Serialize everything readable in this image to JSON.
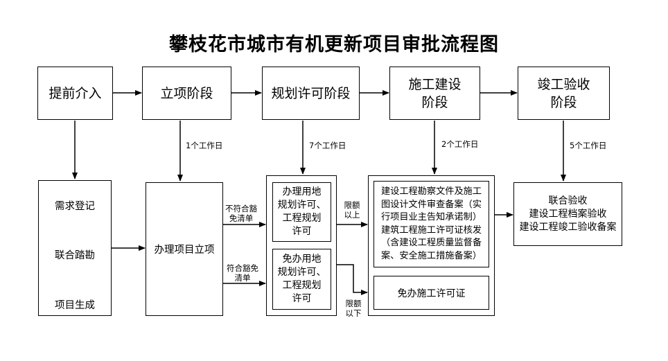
{
  "title": "攀枝花市城市有机更新项目审批流程图",
  "stages": {
    "s1": "提前介入",
    "s2": "立项阶段",
    "s3": "规划许可阶段",
    "s4_line1": "施工建设",
    "s4_line2": "阶段",
    "s5_line1": "竣工验收",
    "s5_line2": "阶段"
  },
  "durations": {
    "d2": "1个工作日",
    "d3": "7个工作日",
    "d4": "2个工作日",
    "d5": "5个工作日"
  },
  "pre_steps": [
    "需求登记",
    "联合踏勘",
    "项目生成"
  ],
  "project_approval": "办理项目立项",
  "branch_labels": {
    "not_exempt_line1": "不符合豁",
    "not_exempt_line2": "免清单",
    "exempt_line1": "符合豁免",
    "exempt_line2": "清单",
    "above_line1": "限额",
    "above_line2": "以上",
    "below_line1": "限额",
    "below_line2": "以下"
  },
  "planning": {
    "handle_lines": [
      "办理用地",
      "规划许可、",
      "工程规划",
      "许可"
    ],
    "exempt_lines": [
      "免办用地",
      "规划许可、",
      "工程规划",
      "许可"
    ]
  },
  "construction": {
    "main_lines": [
      "建设工程勘察文件及施工",
      "图设计文件审查备案（实",
      "行项目业主告知承诺制）",
      "建筑工程施工许可证核发",
      "（含建设工程质量监督备",
      "案、安全施工措施备案）"
    ],
    "exempt": "免办施工许可证"
  },
  "acceptance": {
    "lines": [
      "联合验收",
      "建设工程档案验收",
      "建设工程竣工验收备案"
    ]
  }
}
